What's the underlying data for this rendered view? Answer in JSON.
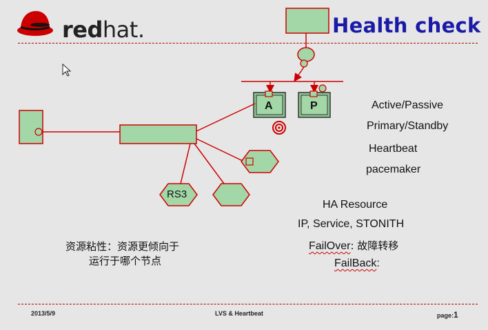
{
  "brand": {
    "logo_bold": "red",
    "logo_regular": "hat.",
    "accent": "#cc0000"
  },
  "slide": {
    "title": "Health check",
    "title_color": "#1a1aa6"
  },
  "diagram": {
    "box_active": "A",
    "box_passive": "P",
    "node_rs3": "RS3",
    "node_color": "#a3d7a7"
  },
  "terms": {
    "active_passive": "Active/Passive",
    "primary_standby": "Primary/Standby",
    "heartbeat": "Heartbeat",
    "pacemaker": "pacemaker",
    "ha_resource": "HA Resource",
    "ip_service_stonith": "IP, Service, STONITH",
    "failover_term": "FailOver",
    "failover_desc": ": 故障转移",
    "failback_term": "FailBack",
    "failback_desc": ":"
  },
  "note": {
    "line1": "资源粘性：资源更倾向于",
    "line2": "运行于哪个节点"
  },
  "footer": {
    "date": "2013/5/9",
    "center": "LVS & Heartbeat",
    "page_label": "page:",
    "page_num": "1"
  }
}
